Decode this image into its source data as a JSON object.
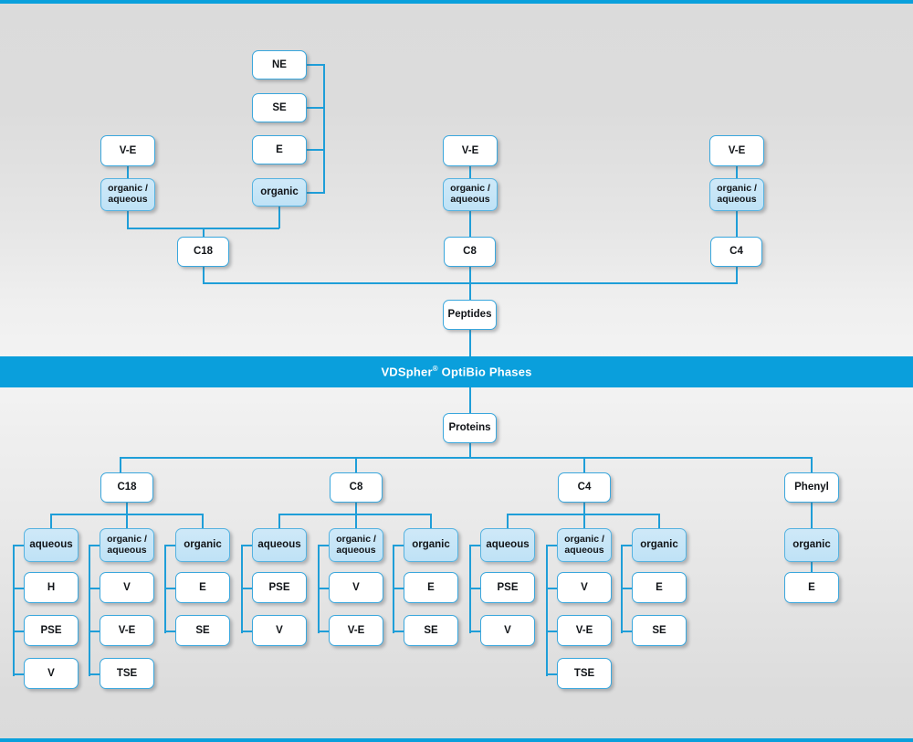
{
  "meta": {
    "title": "VDSpher OptiBio Phases selection chart",
    "accent_color": "#0a9fdc",
    "connector_color": "#1f9ed8",
    "node_border_color": "#3aa7dd",
    "node_fill_white": "#ffffff",
    "node_fill_blue": "#cfe9f8",
    "background_top": "#dcdcdc",
    "background_mid": "#f3f3f3"
  },
  "banner": {
    "brand": "VDSpher",
    "registered_mark": "®",
    "product": " OptiBio Phases",
    "full_text": "VDSpher® OptiBio Phases"
  },
  "peptides": {
    "root_label": "Peptides",
    "columns": [
      {
        "id": "c18",
        "label": "C18",
        "modifiers": [
          {
            "label": "organic /\naqueous",
            "line1": "organic /",
            "line2": "aqueous",
            "highlight": true,
            "parents": [
              {
                "label": "V-E",
                "highlight": false
              }
            ]
          },
          {
            "label": "organic",
            "highlight": true,
            "parents": [
              {
                "label": "NE",
                "highlight": false
              },
              {
                "label": "SE",
                "highlight": false
              },
              {
                "label": "E",
                "highlight": false
              }
            ]
          }
        ]
      },
      {
        "id": "c8",
        "label": "C8",
        "modifiers": [
          {
            "label": "organic /\naqueous",
            "line1": "organic /",
            "line2": "aqueous",
            "highlight": true,
            "parents": [
              {
                "label": "V-E",
                "highlight": false
              }
            ]
          }
        ]
      },
      {
        "id": "c4",
        "label": "C4",
        "modifiers": [
          {
            "label": "organic /\naqueous",
            "line1": "organic /",
            "line2": "aqueous",
            "highlight": true,
            "parents": [
              {
                "label": "V-E",
                "highlight": false
              }
            ]
          }
        ]
      }
    ]
  },
  "proteins": {
    "root_label": "Proteins",
    "columns": [
      {
        "id": "c18",
        "label": "C18",
        "groups": [
          {
            "label": "aqueous",
            "highlight": true,
            "items": [
              "H",
              "PSE",
              "V"
            ]
          },
          {
            "line1": "organic /",
            "line2": "aqueous",
            "label": "organic / aqueous",
            "highlight": true,
            "items": [
              "V",
              "V-E",
              "TSE"
            ]
          },
          {
            "label": "organic",
            "highlight": true,
            "items": [
              "E",
              "SE"
            ]
          }
        ]
      },
      {
        "id": "c8",
        "label": "C8",
        "groups": [
          {
            "label": "aqueous",
            "highlight": true,
            "items": [
              "PSE",
              "V"
            ]
          },
          {
            "line1": "organic /",
            "line2": "aqueous",
            "label": "organic / aqueous",
            "highlight": true,
            "items": [
              "V",
              "V-E"
            ]
          },
          {
            "label": "organic",
            "highlight": true,
            "items": [
              "E",
              "SE"
            ]
          }
        ]
      },
      {
        "id": "c4",
        "label": "C4",
        "groups": [
          {
            "label": "aqueous",
            "highlight": true,
            "items": [
              "PSE",
              "V"
            ]
          },
          {
            "line1": "organic /",
            "line2": "aqueous",
            "label": "organic / aqueous",
            "highlight": true,
            "items": [
              "V",
              "V-E",
              "TSE"
            ]
          },
          {
            "label": "organic",
            "highlight": true,
            "items": [
              "E",
              "SE"
            ]
          }
        ]
      },
      {
        "id": "phenyl",
        "label": "Phenyl",
        "groups": [
          {
            "label": "organic",
            "highlight": true,
            "items": [
              "E"
            ]
          }
        ]
      }
    ]
  }
}
